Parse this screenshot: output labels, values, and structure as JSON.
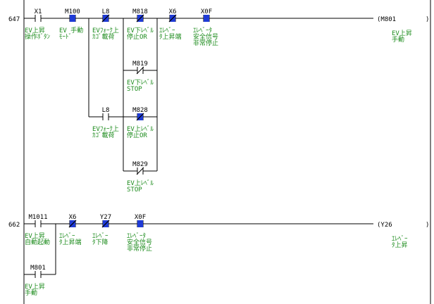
{
  "rungs": [
    {
      "step": "647",
      "coil": {
        "label": "(M801",
        "comment": [
          "EV上昇",
          "手動"
        ]
      },
      "contacts": [
        {
          "name": "X1",
          "type": "NO",
          "monitor": "off",
          "comment": [
            "EV上昇",
            "操作ﾎﾞﾀﾝ"
          ]
        },
        {
          "name": "M100",
          "type": "NO",
          "monitor": "on",
          "comment": [
            "EV 手動",
            "ﾓｰﾄﾞ"
          ]
        },
        {
          "name": "L8",
          "type": "NC",
          "monitor": "on",
          "comment": [
            "EVﾌｫｰｸ上",
            "ｶｺﾞ載荷"
          ]
        },
        {
          "name": "M818",
          "type": "NC",
          "monitor": "on",
          "comment": [
            "EV下ﾚﾍﾞﾙ",
            "停止OR"
          ]
        },
        {
          "name": "X6",
          "type": "NC",
          "monitor": "on",
          "comment": [
            "ｴﾚﾍﾞｰ",
            "ﾀ上昇端"
          ]
        },
        {
          "name": "X0F",
          "type": "NO",
          "monitor": "on",
          "comment": [
            "ｴﾚﾍﾞｰﾀ",
            "安全信号",
            "非常停止"
          ]
        },
        {
          "name": "M819",
          "type": "NC",
          "monitor": "off",
          "comment": [
            "EV下ﾚﾍﾞﾙ",
            "STOP"
          ]
        },
        {
          "name": "L8",
          "type": "NO",
          "monitor": "off",
          "comment": [
            "EVﾌｫｰｸ上",
            "ｶｺﾞ載荷"
          ]
        },
        {
          "name": "M828",
          "type": "NC",
          "monitor": "on",
          "comment": [
            "EV上ﾚﾍﾞﾙ",
            "停止OR"
          ]
        },
        {
          "name": "M829",
          "type": "NC",
          "monitor": "off",
          "comment": [
            "EV上ﾚﾍﾞﾙ",
            "STOP"
          ]
        }
      ]
    },
    {
      "step": "662",
      "coil": {
        "label": "(Y26",
        "comment": [
          "ｴﾚﾍﾞｰ",
          "ﾀ上昇"
        ]
      },
      "contacts": [
        {
          "name": "M1011",
          "type": "NO",
          "monitor": "off",
          "comment": [
            "EV上昇",
            "自動起動"
          ]
        },
        {
          "name": "X6",
          "type": "NC",
          "monitor": "on",
          "comment": [
            "ｴﾚﾍﾞｰ",
            "ﾀ上昇端"
          ]
        },
        {
          "name": "Y27",
          "type": "NC",
          "monitor": "on",
          "comment": [
            "ｴﾚﾍﾞｰ",
            "ﾀ下降"
          ]
        },
        {
          "name": "X0F",
          "type": "NO",
          "monitor": "on",
          "comment": [
            "ｴﾚﾍﾞｰﾀ",
            "安全信号",
            "非常停止"
          ]
        },
        {
          "name": "M801",
          "type": "NO",
          "monitor": "off",
          "comment": [
            "EV上昇",
            "手動"
          ]
        }
      ]
    }
  ],
  "colors": {
    "comment": "#1e8c1e",
    "monitor_on": "#1f3bd6",
    "line": "#000000"
  }
}
